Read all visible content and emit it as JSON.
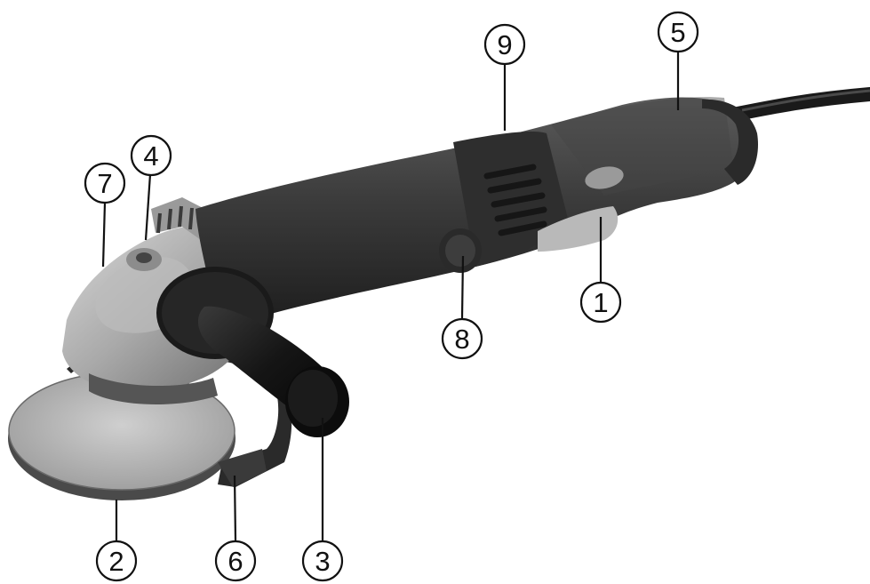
{
  "diagram": {
    "subject": "angle grinder",
    "callouts": [
      {
        "id": "1",
        "label": "1"
      },
      {
        "id": "2",
        "label": "2"
      },
      {
        "id": "3",
        "label": "3"
      },
      {
        "id": "4",
        "label": "4"
      },
      {
        "id": "5",
        "label": "5"
      },
      {
        "id": "6",
        "label": "6"
      },
      {
        "id": "7",
        "label": "7"
      },
      {
        "id": "8",
        "label": "8"
      },
      {
        "id": "9",
        "label": "9"
      }
    ]
  }
}
